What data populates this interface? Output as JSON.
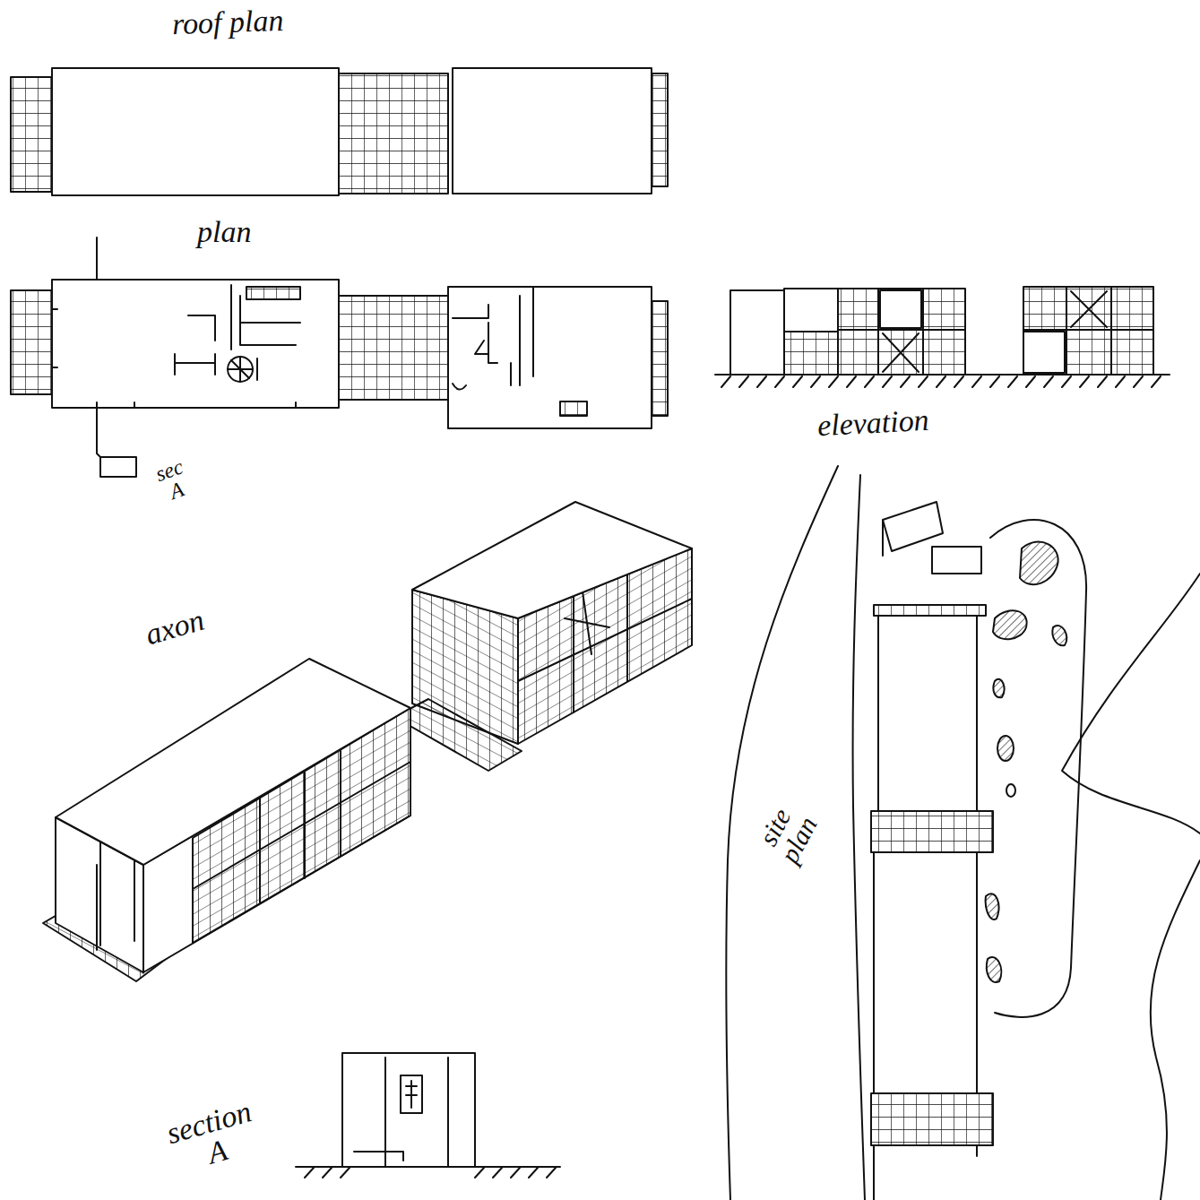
{
  "diagram": {
    "labels": [
      "roof plan",
      "plan",
      "sec A",
      "elevation",
      "axon",
      "site plan",
      "section A"
    ]
  }
}
